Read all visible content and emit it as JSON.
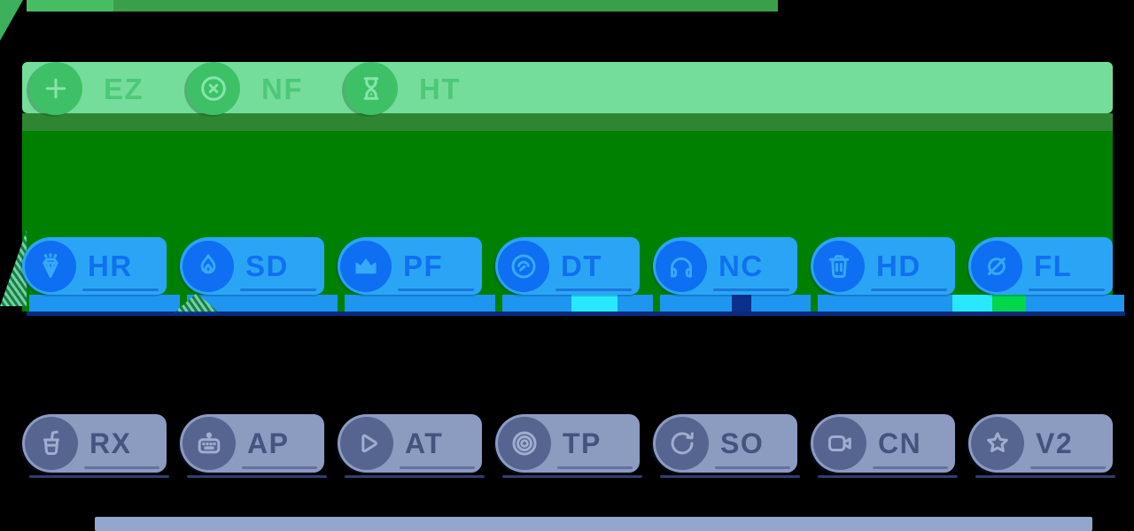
{
  "rows": [
    {
      "name": "green-toolbar-row",
      "chips": [
        {
          "label": "EZ",
          "icon": "plus-icon"
        },
        {
          "label": "NF",
          "icon": "close-circle-icon"
        },
        {
          "label": "HT",
          "icon": "hourglass-icon"
        }
      ]
    },
    {
      "name": "blue-chip-row",
      "chips": [
        {
          "label": "HR",
          "icon": "gem-icon"
        },
        {
          "label": "SD",
          "icon": "flame-icon"
        },
        {
          "label": "PF",
          "icon": "crown-icon"
        },
        {
          "label": "DT",
          "icon": "gauge-icon"
        },
        {
          "label": "NC",
          "icon": "headphones-icon"
        },
        {
          "label": "HD",
          "icon": "trash-icon"
        },
        {
          "label": "FL",
          "icon": "eye-off-icon"
        }
      ]
    },
    {
      "name": "slate-chip-row",
      "chips": [
        {
          "label": "RX",
          "icon": "drink-icon"
        },
        {
          "label": "AP",
          "icon": "keyboard-icon"
        },
        {
          "label": "AT",
          "icon": "play-icon"
        },
        {
          "label": "TP",
          "icon": "target-icon"
        },
        {
          "label": "SO",
          "icon": "refresh-icon"
        },
        {
          "label": "CN",
          "icon": "video-camera-icon"
        },
        {
          "label": "V2",
          "icon": "star-icon"
        }
      ]
    }
  ],
  "colors": {
    "green_toolbar_bg": "#75DD9B",
    "green_circle": "#3EC067",
    "green_icon": "#85E7A9",
    "green_text": "#4CC878",
    "green_top_bar": "#3B9E4B",
    "green_top_bar_bright": "#47BD62",
    "green_strip": "#2E8633",
    "green_band": "#008000",
    "blue_chip_bg": "#2AA5F6",
    "blue_circle": "#0E6FF2",
    "blue_icon": "#38A8F8",
    "blue_text": "#0F70F0",
    "blue_understrip": "#1E96F0",
    "cyan_patch": "#29E8FD",
    "bright_green_patch": "#00D84A",
    "navy_line": "#0B2F8A",
    "slate_chip_bg": "#8C9BC0",
    "slate_circle": "#55658F",
    "slate_icon": "#9FAECE",
    "slate_text": "#44547E",
    "slate_underline": "#2E3F6E",
    "bottom_bar": "#93A7CD",
    "background": "#000000"
  }
}
